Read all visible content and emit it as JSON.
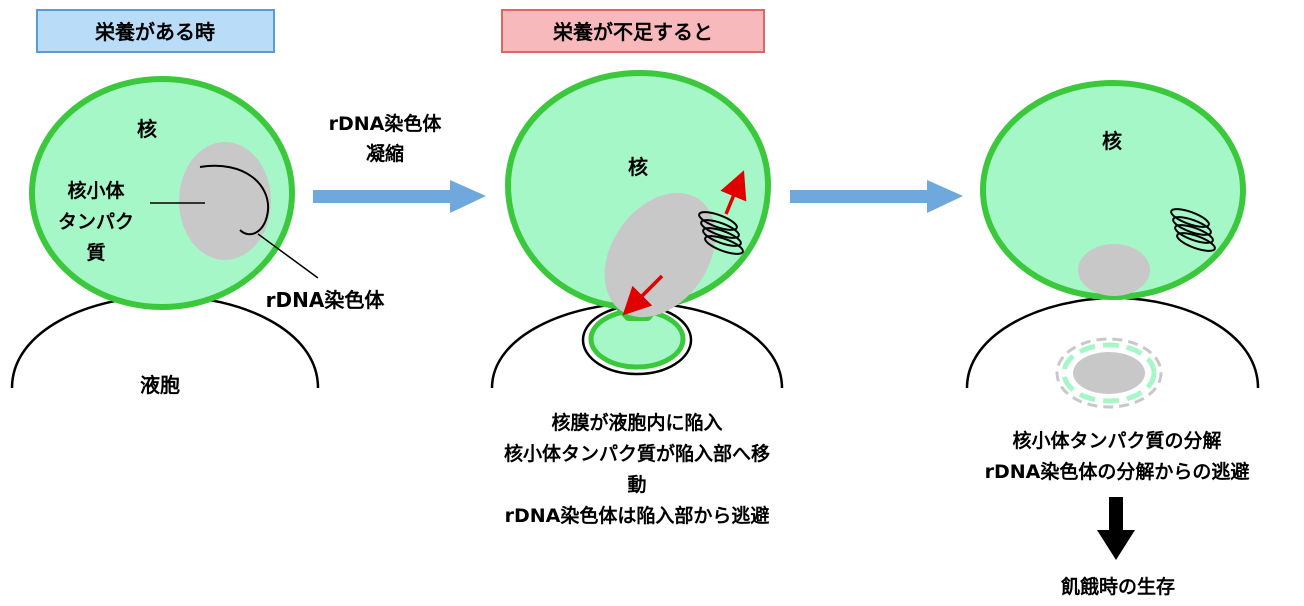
{
  "headers": {
    "nutrient_rich": "栄養がある時",
    "nutrient_poor": "栄養が不足すると"
  },
  "panel1": {
    "nucleus": "核",
    "protein_line1": "核小体",
    "protein_line2": "タンパク",
    "protein_line3": "質",
    "rdna": "rDNA染色体",
    "vacuole": "液胞"
  },
  "arrow1": {
    "line1": "rDNA染色体",
    "line2": "凝縮"
  },
  "panel2": {
    "nucleus": "核",
    "caption_line1": "核膜が液胞内に陥入",
    "caption_line2": "核小体タンパク質が陥入部へ移",
    "caption_line3": "動",
    "caption_line4": "rDNA染色体は陥入部から逃避"
  },
  "panel3": {
    "nucleus": "核",
    "caption_line1": "核小体タンパク質の分解",
    "caption_line2": "rDNA染色体の分解からの逃避",
    "result": "飢餓時の生存"
  },
  "colors": {
    "nucleus_fill": "#a6f7c8",
    "nucleus_stroke": "#3cc83c",
    "nucleolus": "#c8c8c8",
    "arrow_blue": "#6fa8dc",
    "header_blue_fill": "#b9dcf8",
    "header_blue_stroke": "#5b9bd5",
    "header_red_fill": "#f8b9bd",
    "header_red_stroke": "#e06666",
    "movement_arrow": "#e00000"
  }
}
